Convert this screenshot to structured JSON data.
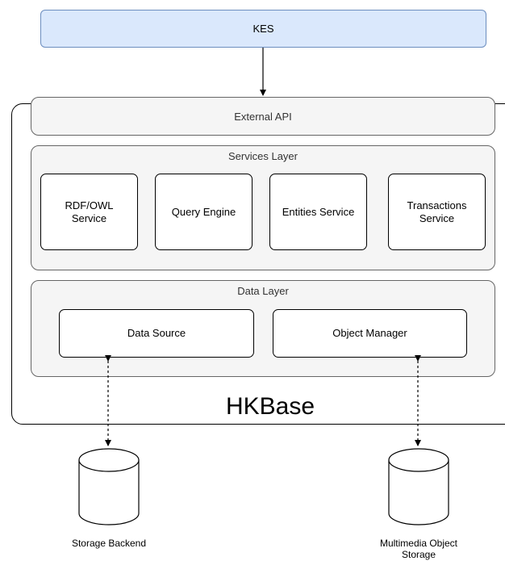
{
  "kes": {
    "label": "KES"
  },
  "hkbase": {
    "label": "HKBase",
    "external_api": {
      "label": "External API"
    },
    "services_layer": {
      "title": "Services Layer",
      "services": [
        {
          "label": "RDF/OWL\nService"
        },
        {
          "label": "Query Engine"
        },
        {
          "label": "Entities Service"
        },
        {
          "label": "Transactions\nService"
        }
      ]
    },
    "data_layer": {
      "title": "Data Layer",
      "components": [
        {
          "label": "Data Source"
        },
        {
          "label": "Object Manager"
        }
      ]
    }
  },
  "storages": [
    {
      "label": "Storage Backend"
    },
    {
      "label": "Multimedia Object\nStorage"
    }
  ]
}
